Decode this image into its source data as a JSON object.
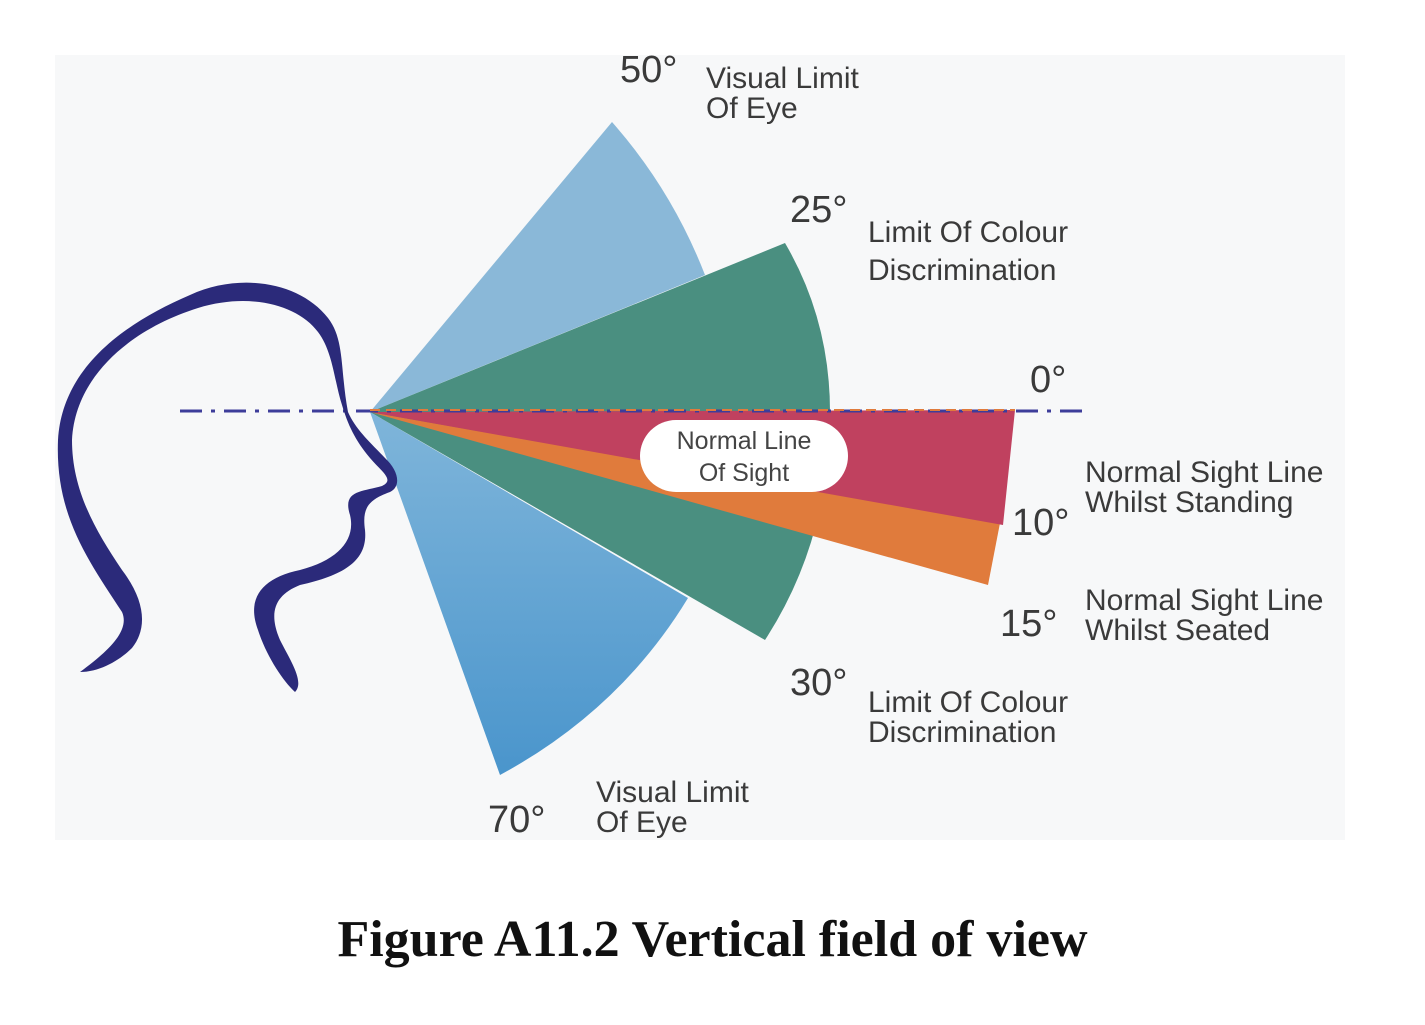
{
  "figure": {
    "caption": "Figure A11.2 Vertical field of view",
    "colors": {
      "head_outline": "#2b2a7a",
      "visual_limit_upper": "#8ab8d8",
      "visual_limit_lower": "#5a9fcf",
      "colour_discrimination": "#4a8f80",
      "standing": "#c0415f",
      "seated": "#e07b3c",
      "sight_line": "#3d3d9a"
    },
    "angles": {
      "visual_limit_up": {
        "degree": "50°",
        "text": [
          "Visual Limit",
          "Of Eye"
        ]
      },
      "colour_up": {
        "degree": "25°",
        "text": [
          "Limit Of Colour",
          "Discrimination"
        ]
      },
      "normal": {
        "degree": "0°"
      },
      "standing": {
        "degree": "10°",
        "text": [
          "Normal Sight Line",
          "Whilst Standing"
        ]
      },
      "seated": {
        "degree": "15°",
        "text": [
          "Normal Sight Line",
          "Whilst Seated"
        ]
      },
      "colour_down": {
        "degree": "30°",
        "text": [
          "Limit Of Colour",
          "Discrimination"
        ]
      },
      "visual_limit_down": {
        "degree": "70°",
        "text": [
          "Visual Limit",
          "Of Eye"
        ]
      }
    },
    "normal_line_label": [
      "Normal Line",
      "Of Sight"
    ]
  }
}
